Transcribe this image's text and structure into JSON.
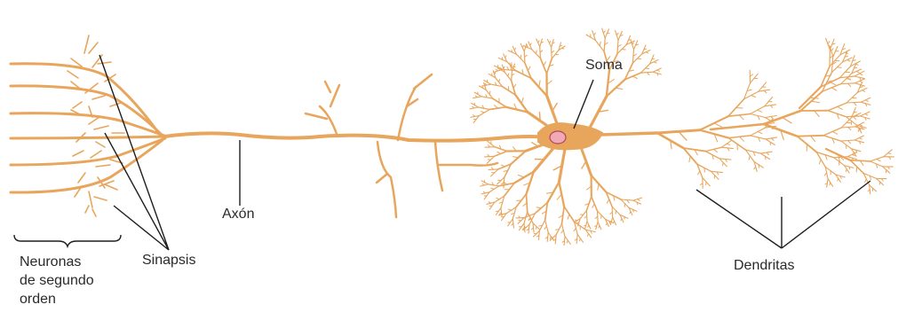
{
  "labels": {
    "neuronas_lines": [
      "Neuronas",
      "de segundo",
      "orden"
    ],
    "sinapsis": "Sinapsis",
    "axon": "Axón",
    "soma": "Soma",
    "dendritas": "Dendritas"
  },
  "colors": {
    "neuron": "#e8a55c",
    "nucleus": "#f2a9b6",
    "leader_lines": "#1e1e1e"
  }
}
